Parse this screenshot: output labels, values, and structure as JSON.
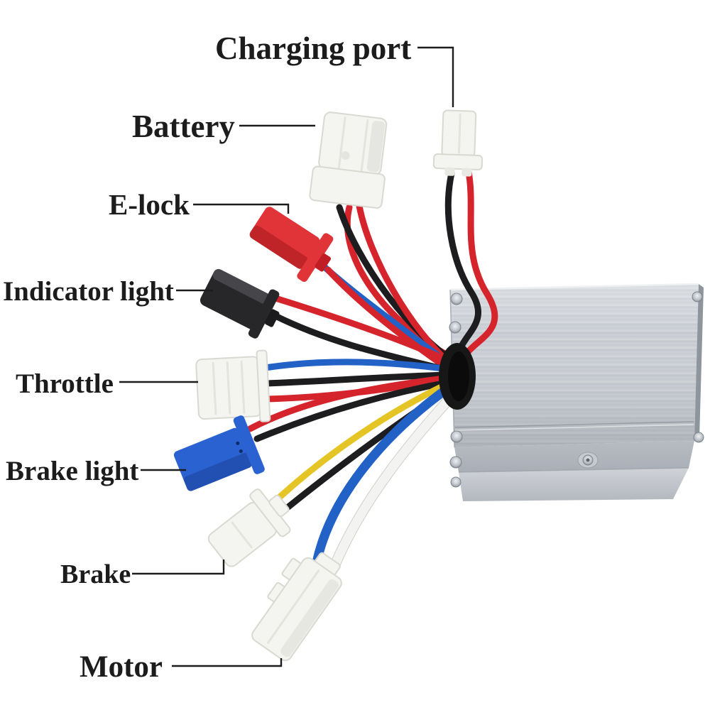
{
  "figure": {
    "type": "annotated-product-diagram",
    "subject": "motor speed controller with wiring harness and labeled connectors",
    "labels": [
      {
        "id": "charging-port",
        "text": "Charging port"
      },
      {
        "id": "battery",
        "text": "Battery"
      },
      {
        "id": "e-lock",
        "text": "E-lock"
      },
      {
        "id": "indicator-light",
        "text": "Indicator light"
      },
      {
        "id": "throttle",
        "text": "Throttle"
      },
      {
        "id": "brake-light",
        "text": "Brake light"
      },
      {
        "id": "brake",
        "text": "Brake"
      },
      {
        "id": "motor",
        "text": "Motor"
      }
    ],
    "connectors": [
      {
        "name": "charging-port-connector",
        "body_color": "white",
        "wire_colors": [
          "black",
          "red"
        ]
      },
      {
        "name": "battery-connector",
        "body_color": "white",
        "wire_colors": [
          "black",
          "red",
          "red"
        ]
      },
      {
        "name": "e-lock-connector",
        "body_color": "red",
        "wire_colors": [
          "blue",
          "red"
        ]
      },
      {
        "name": "indicator-light-connector",
        "body_color": "black",
        "wire_colors": [
          "red",
          "black"
        ]
      },
      {
        "name": "throttle-connector",
        "body_color": "white",
        "wire_colors": [
          "blue",
          "black",
          "red"
        ]
      },
      {
        "name": "brake-light-connector",
        "body_color": "blue",
        "wire_colors": [
          "red",
          "black"
        ]
      },
      {
        "name": "brake-connector",
        "body_color": "white",
        "wire_colors": [
          "yellow",
          "black"
        ]
      },
      {
        "name": "motor-connector",
        "body_color": "white",
        "wire_colors": [
          "blue",
          "white"
        ]
      }
    ],
    "palette": {
      "label_text": "#1c1c1c",
      "leader": "#1c1c1c",
      "wire_red": "#d5242c",
      "wire_black": "#1d1d1f",
      "wire_blue": "#2262c6",
      "wire_yellow": "#e5c425",
      "wire_white": "#f3f3f2",
      "connector_white": "#f4f4f1",
      "connector_red": "#e03438",
      "connector_black": "#27272a",
      "connector_blue": "#2b62d2",
      "case_silver_light": "#ccd0d6",
      "case_silver_dark": "#a8aeb6",
      "grommet": "#171717"
    }
  }
}
